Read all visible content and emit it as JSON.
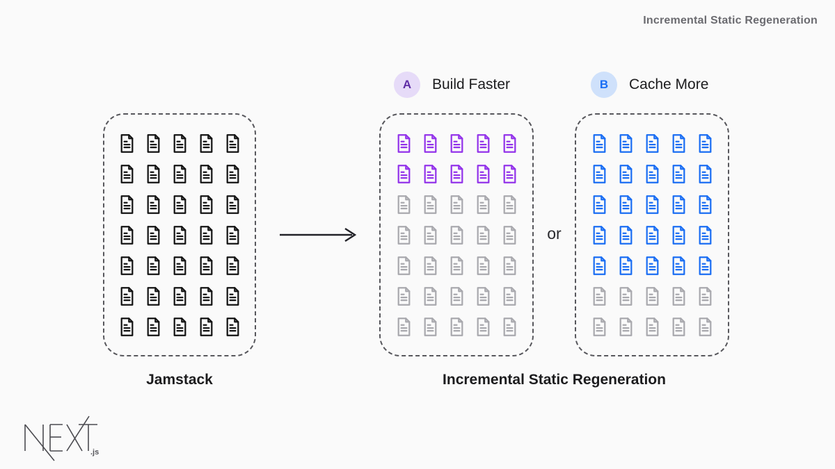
{
  "header": {
    "title": "Incremental Static Regeneration"
  },
  "options": [
    {
      "badge_letter": "A",
      "label": "Build Faster",
      "badge_bg": "#e6dbf8",
      "badge_fg": "#5f2da5"
    },
    {
      "badge_letter": "B",
      "label": "Cache More",
      "badge_bg": "#cfe1fb",
      "badge_fg": "#1a6ef5"
    }
  ],
  "diagram": {
    "or_label": "or",
    "captions": {
      "left": "Jamstack",
      "right": "Incremental Static Regeneration"
    },
    "icon_colors": {
      "black": "#141414",
      "purple": "#9333ea",
      "blue": "#1b6ef3",
      "gray": "#a9a9ae"
    },
    "grids": [
      {
        "name": "jamstack",
        "cols": 5,
        "row_colors": [
          "black",
          "black",
          "black",
          "black",
          "black",
          "black",
          "black"
        ]
      },
      {
        "name": "build-faster",
        "cols": 5,
        "row_colors": [
          "purple",
          "purple",
          "gray",
          "gray",
          "gray",
          "gray",
          "gray"
        ]
      },
      {
        "name": "cache-more",
        "cols": 5,
        "row_colors": [
          "blue",
          "blue",
          "blue",
          "blue",
          "blue",
          "gray",
          "gray"
        ]
      }
    ],
    "arrow_color": "#222228"
  },
  "logo": {
    "text": "NEXT",
    "suffix": ".js"
  }
}
